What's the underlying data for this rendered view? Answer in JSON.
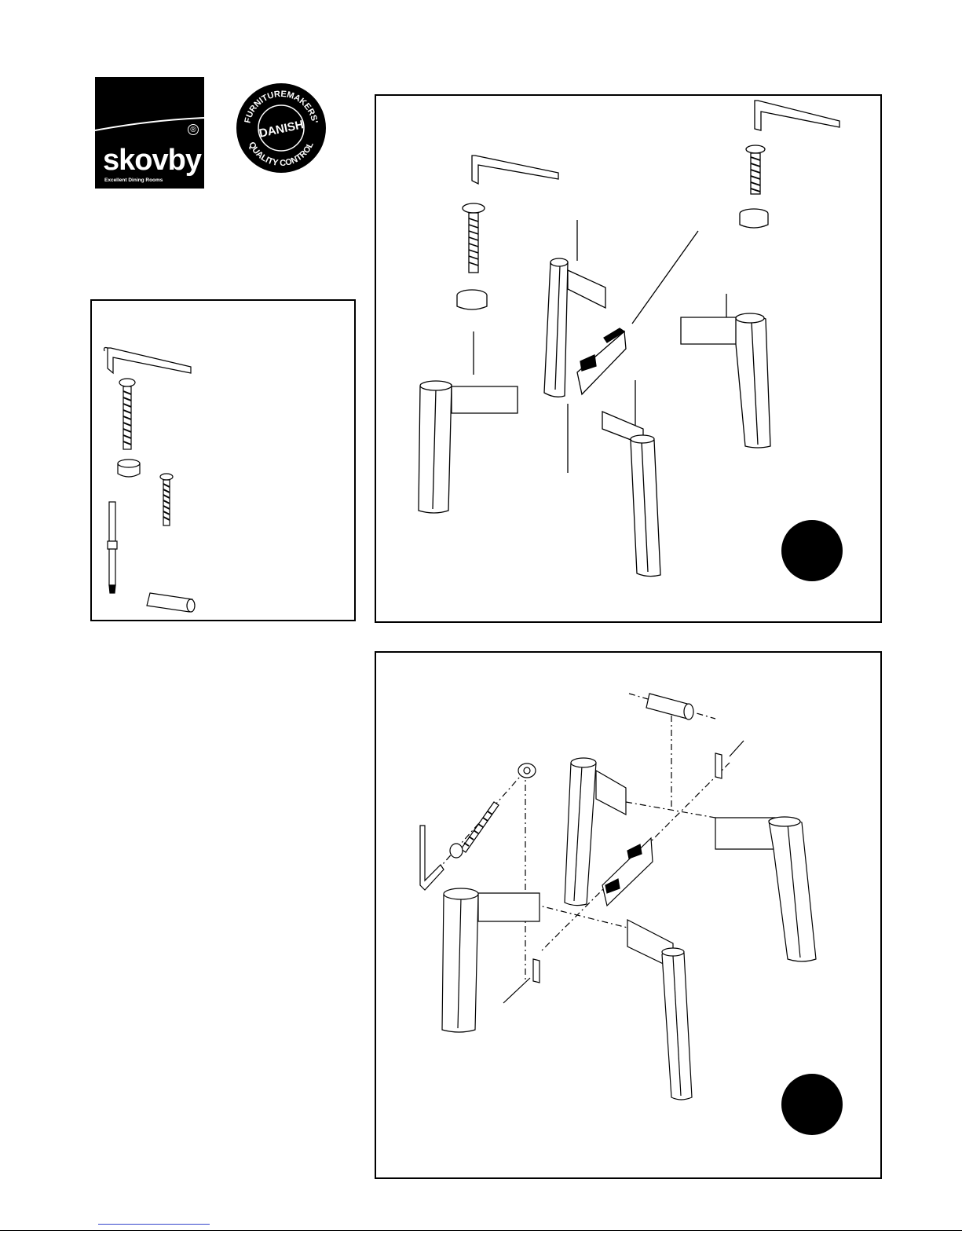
{
  "header": {
    "brand_logo": {
      "wordmark": "skovby",
      "tagline": "Excellent Dining Rooms",
      "registered_mark": "®"
    },
    "quality_seal": {
      "outer_text_top": "FURNITUREMAKERS'",
      "center_text": "DANISH",
      "outer_text_bottom": "QUALITY CONTROL"
    }
  },
  "parts_list": {
    "items": [
      "hex-key",
      "long-bolt",
      "washer-cup",
      "short-bolt",
      "threaded-rod",
      "dowel-sleeve"
    ]
  },
  "steps": [
    {
      "icon": "step-1-marker"
    },
    {
      "icon": "step-2-marker"
    }
  ],
  "colors": {
    "ink": "#000000",
    "paper": "#ffffff",
    "footer_link": "#3344cc"
  }
}
